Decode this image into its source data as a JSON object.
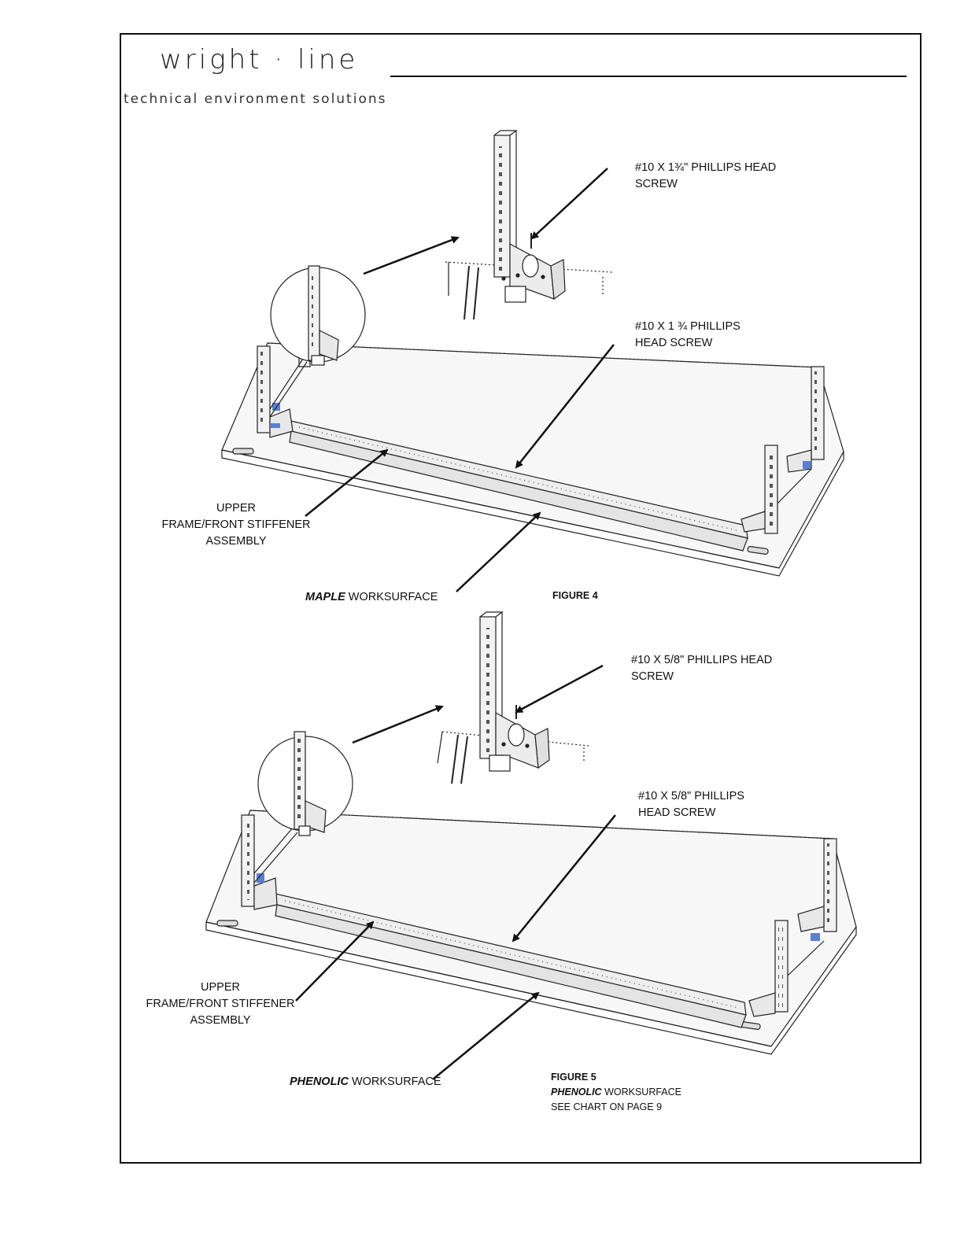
{
  "header": {
    "logo": "wright · line",
    "tagline": "technical environment solutions"
  },
  "figure4": {
    "callout_screw_top_l1": "#10 X 1¾\" PHILLIPS HEAD",
    "callout_screw_top_l2": "SCREW",
    "callout_screw_mid_l1": "#10 X 1 ¾ PHILLIPS",
    "callout_screw_mid_l2": "HEAD SCREW",
    "callout_frame_l1": "UPPER",
    "callout_frame_l2": "FRAME/FRONT STIFFENER",
    "callout_frame_l3": "ASSEMBLY",
    "surface_em": "MAPLE",
    "surface_rest": "WORKSURFACE",
    "caption": "FIGURE 4"
  },
  "figure5": {
    "callout_screw_top_l1": "#10 X 5/8\" PHILLIPS HEAD",
    "callout_screw_top_l2": "SCREW",
    "callout_screw_mid_l1": "#10 X 5/8\" PHILLIPS",
    "callout_screw_mid_l2": "HEAD SCREW",
    "callout_frame_l1": "UPPER",
    "callout_frame_l2": "FRAME/FRONT STIFFENER",
    "callout_frame_l3": "ASSEMBLY",
    "surface_em": "PHENOLIC",
    "surface_rest": "WORKSURFACE",
    "caption_l1": "FIGURE 5",
    "caption_l2_em": "PHENOLIC",
    "caption_l2_rest": "WORKSURFACE",
    "caption_l3": "SEE CHART ON PAGE 9"
  }
}
